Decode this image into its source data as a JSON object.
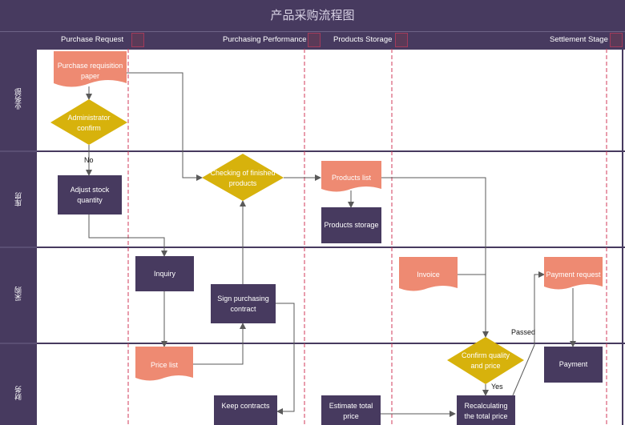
{
  "title": "产品采购流程图",
  "phases": [
    "Purchase Request",
    "Purchasing Performance",
    "Products Storage",
    "Settlement Stage"
  ],
  "lanes": [
    "业务部",
    "库房",
    "采购",
    "财务"
  ],
  "nodes": {
    "purchase_requisition": "Purchase requisition paper",
    "administrator_confirm": "Administrator confirm",
    "adjust_stock": "Adjust stock quantity",
    "checking_finished": "Checking of finished products",
    "products_list": "Products list",
    "products_storage": "Products storage",
    "inquiry": "Inquiry",
    "sign_contract": "Sign purchasing contract",
    "invoice": "Invoice",
    "payment_request": "Payment request",
    "price_list": "Price list",
    "confirm_quality": "Confirm quality and price",
    "payment": "Payment",
    "keep_contracts": "Keep contracts",
    "estimate_total": "Estimate total price",
    "recalculating": "Recalculating the total price"
  },
  "edge_labels": {
    "no": "No",
    "passed": "Passed",
    "yes": "Yes"
  },
  "colors": {
    "dark": "#473a5f",
    "salmon": "#ee8a72",
    "yellow": "#d7b20c",
    "divider": "#d23a5a",
    "edge": "#5a5a5a"
  }
}
